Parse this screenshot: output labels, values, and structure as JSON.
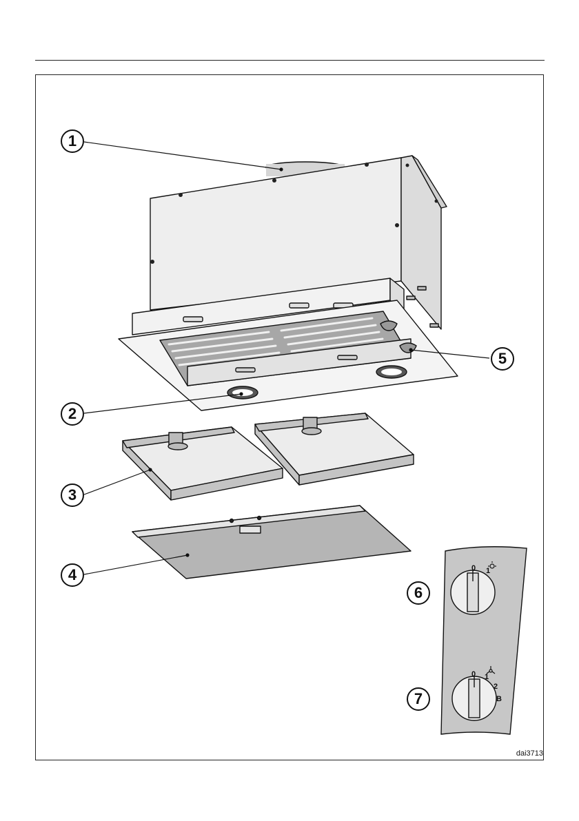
{
  "callouts": {
    "c1": "1",
    "c2": "2",
    "c3": "3",
    "c4": "4",
    "c5": "5",
    "c6": "6",
    "c7": "7"
  },
  "light_switch": {
    "off": "0",
    "on": "1",
    "icon": "light-bulb-icon"
  },
  "fan_switch": {
    "off": "0",
    "speed1": "1",
    "speed2": "2",
    "boost": "B",
    "icon": "fan-icon"
  },
  "reference_code": "dai3713",
  "colors": {
    "line": "#111111",
    "panel_fill": "#e6e6e6",
    "filter_fill": "#b8b8b8",
    "grille_fill": "#9a9a9a"
  }
}
